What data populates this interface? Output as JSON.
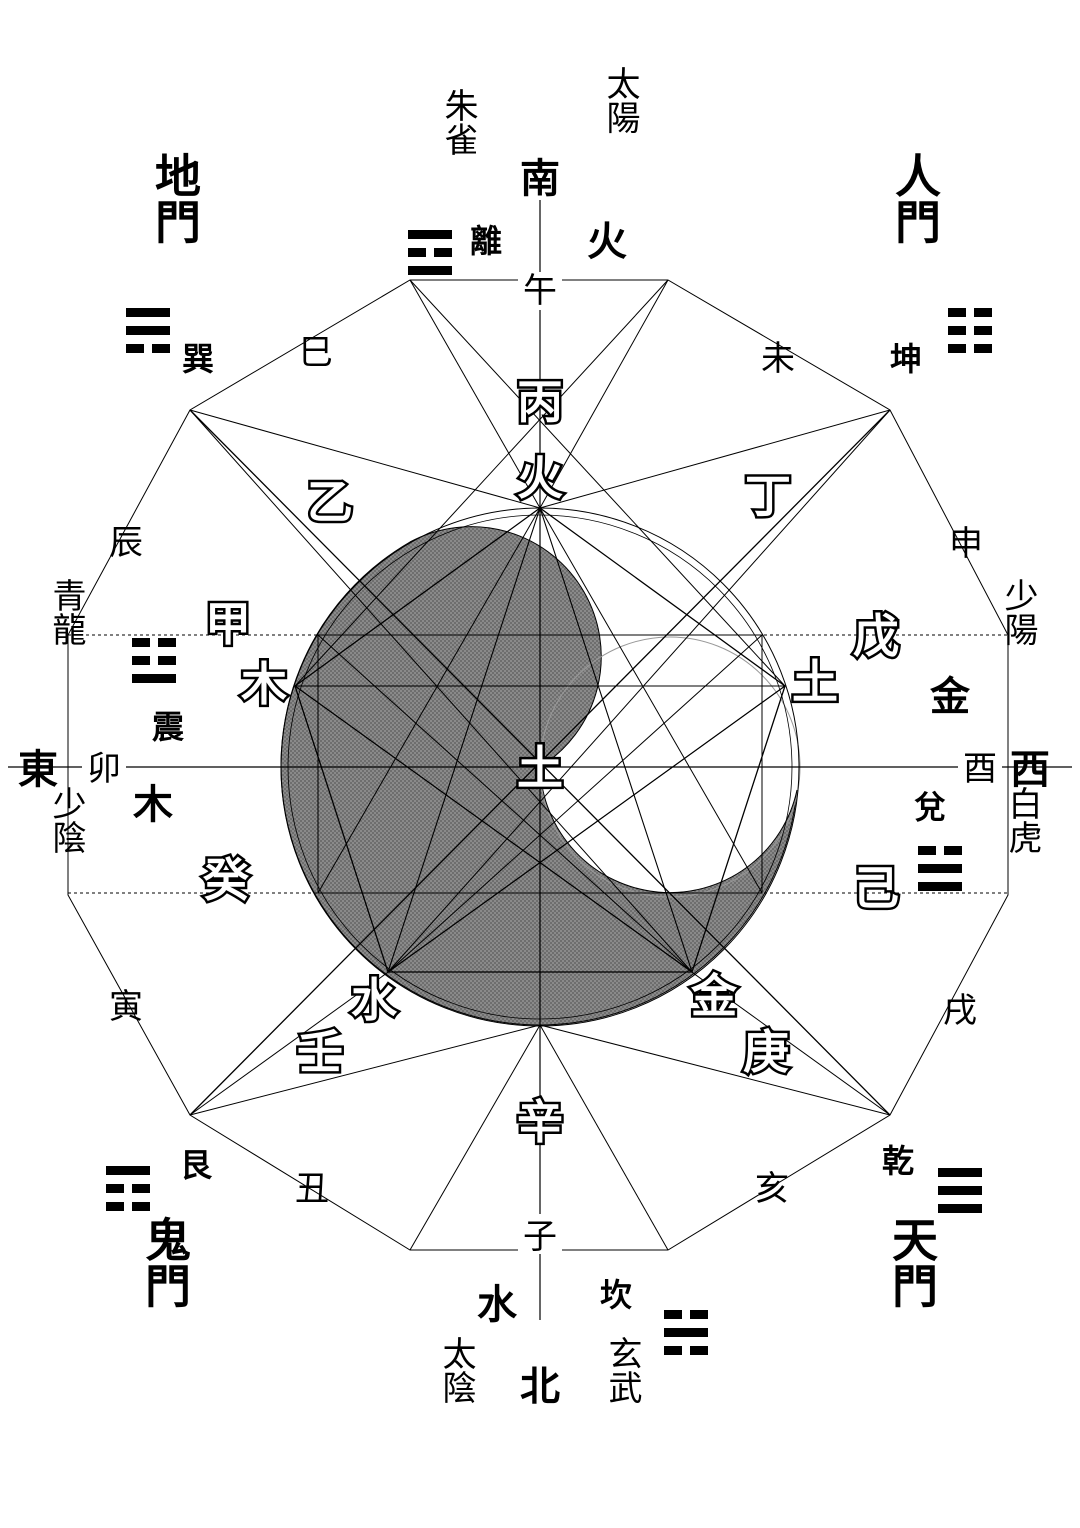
{
  "directions": {
    "south": "南",
    "north": "北",
    "east": "東",
    "west": "西"
  },
  "direction_elements": {
    "south": "火",
    "north": "水",
    "east": "木",
    "west": "金"
  },
  "seasons_symbols": {
    "taiyang": "太陽",
    "taiyin": "太陰",
    "shaoyang": "少陽",
    "shaoyin": "少陰",
    "zhuque": "朱雀",
    "xuanwu": "玄武",
    "qinglong": "青龍",
    "baihu": "白虎"
  },
  "gates": {
    "dimen": "地門",
    "renmen": "人門",
    "guimen": "鬼門",
    "tianmen": "天門"
  },
  "trigrams": {
    "li": "離",
    "kun": "坤",
    "xun": "巽",
    "zhen": "震",
    "dui": "兌",
    "gen": "艮",
    "qian": "乾",
    "kan": "坎"
  },
  "branches": {
    "wu": "午",
    "wei": "未",
    "shen": "申",
    "you": "酉",
    "xu": "戌",
    "hai": "亥",
    "zi": "子",
    "chou": "丑",
    "yin": "寅",
    "mao": "卯",
    "chen": "辰",
    "si": "巳"
  },
  "stems": {
    "bing": "丙",
    "ding": "丁",
    "wu": "戊",
    "ji": "己",
    "geng": "庚",
    "xin": "辛",
    "ren": "壬",
    "gui": "癸",
    "jia": "甲",
    "yi": "乙"
  },
  "inner_elements": {
    "fire": "火",
    "earth_east": "土",
    "metal": "金",
    "water": "水",
    "wood": "木",
    "center_earth": "土"
  }
}
